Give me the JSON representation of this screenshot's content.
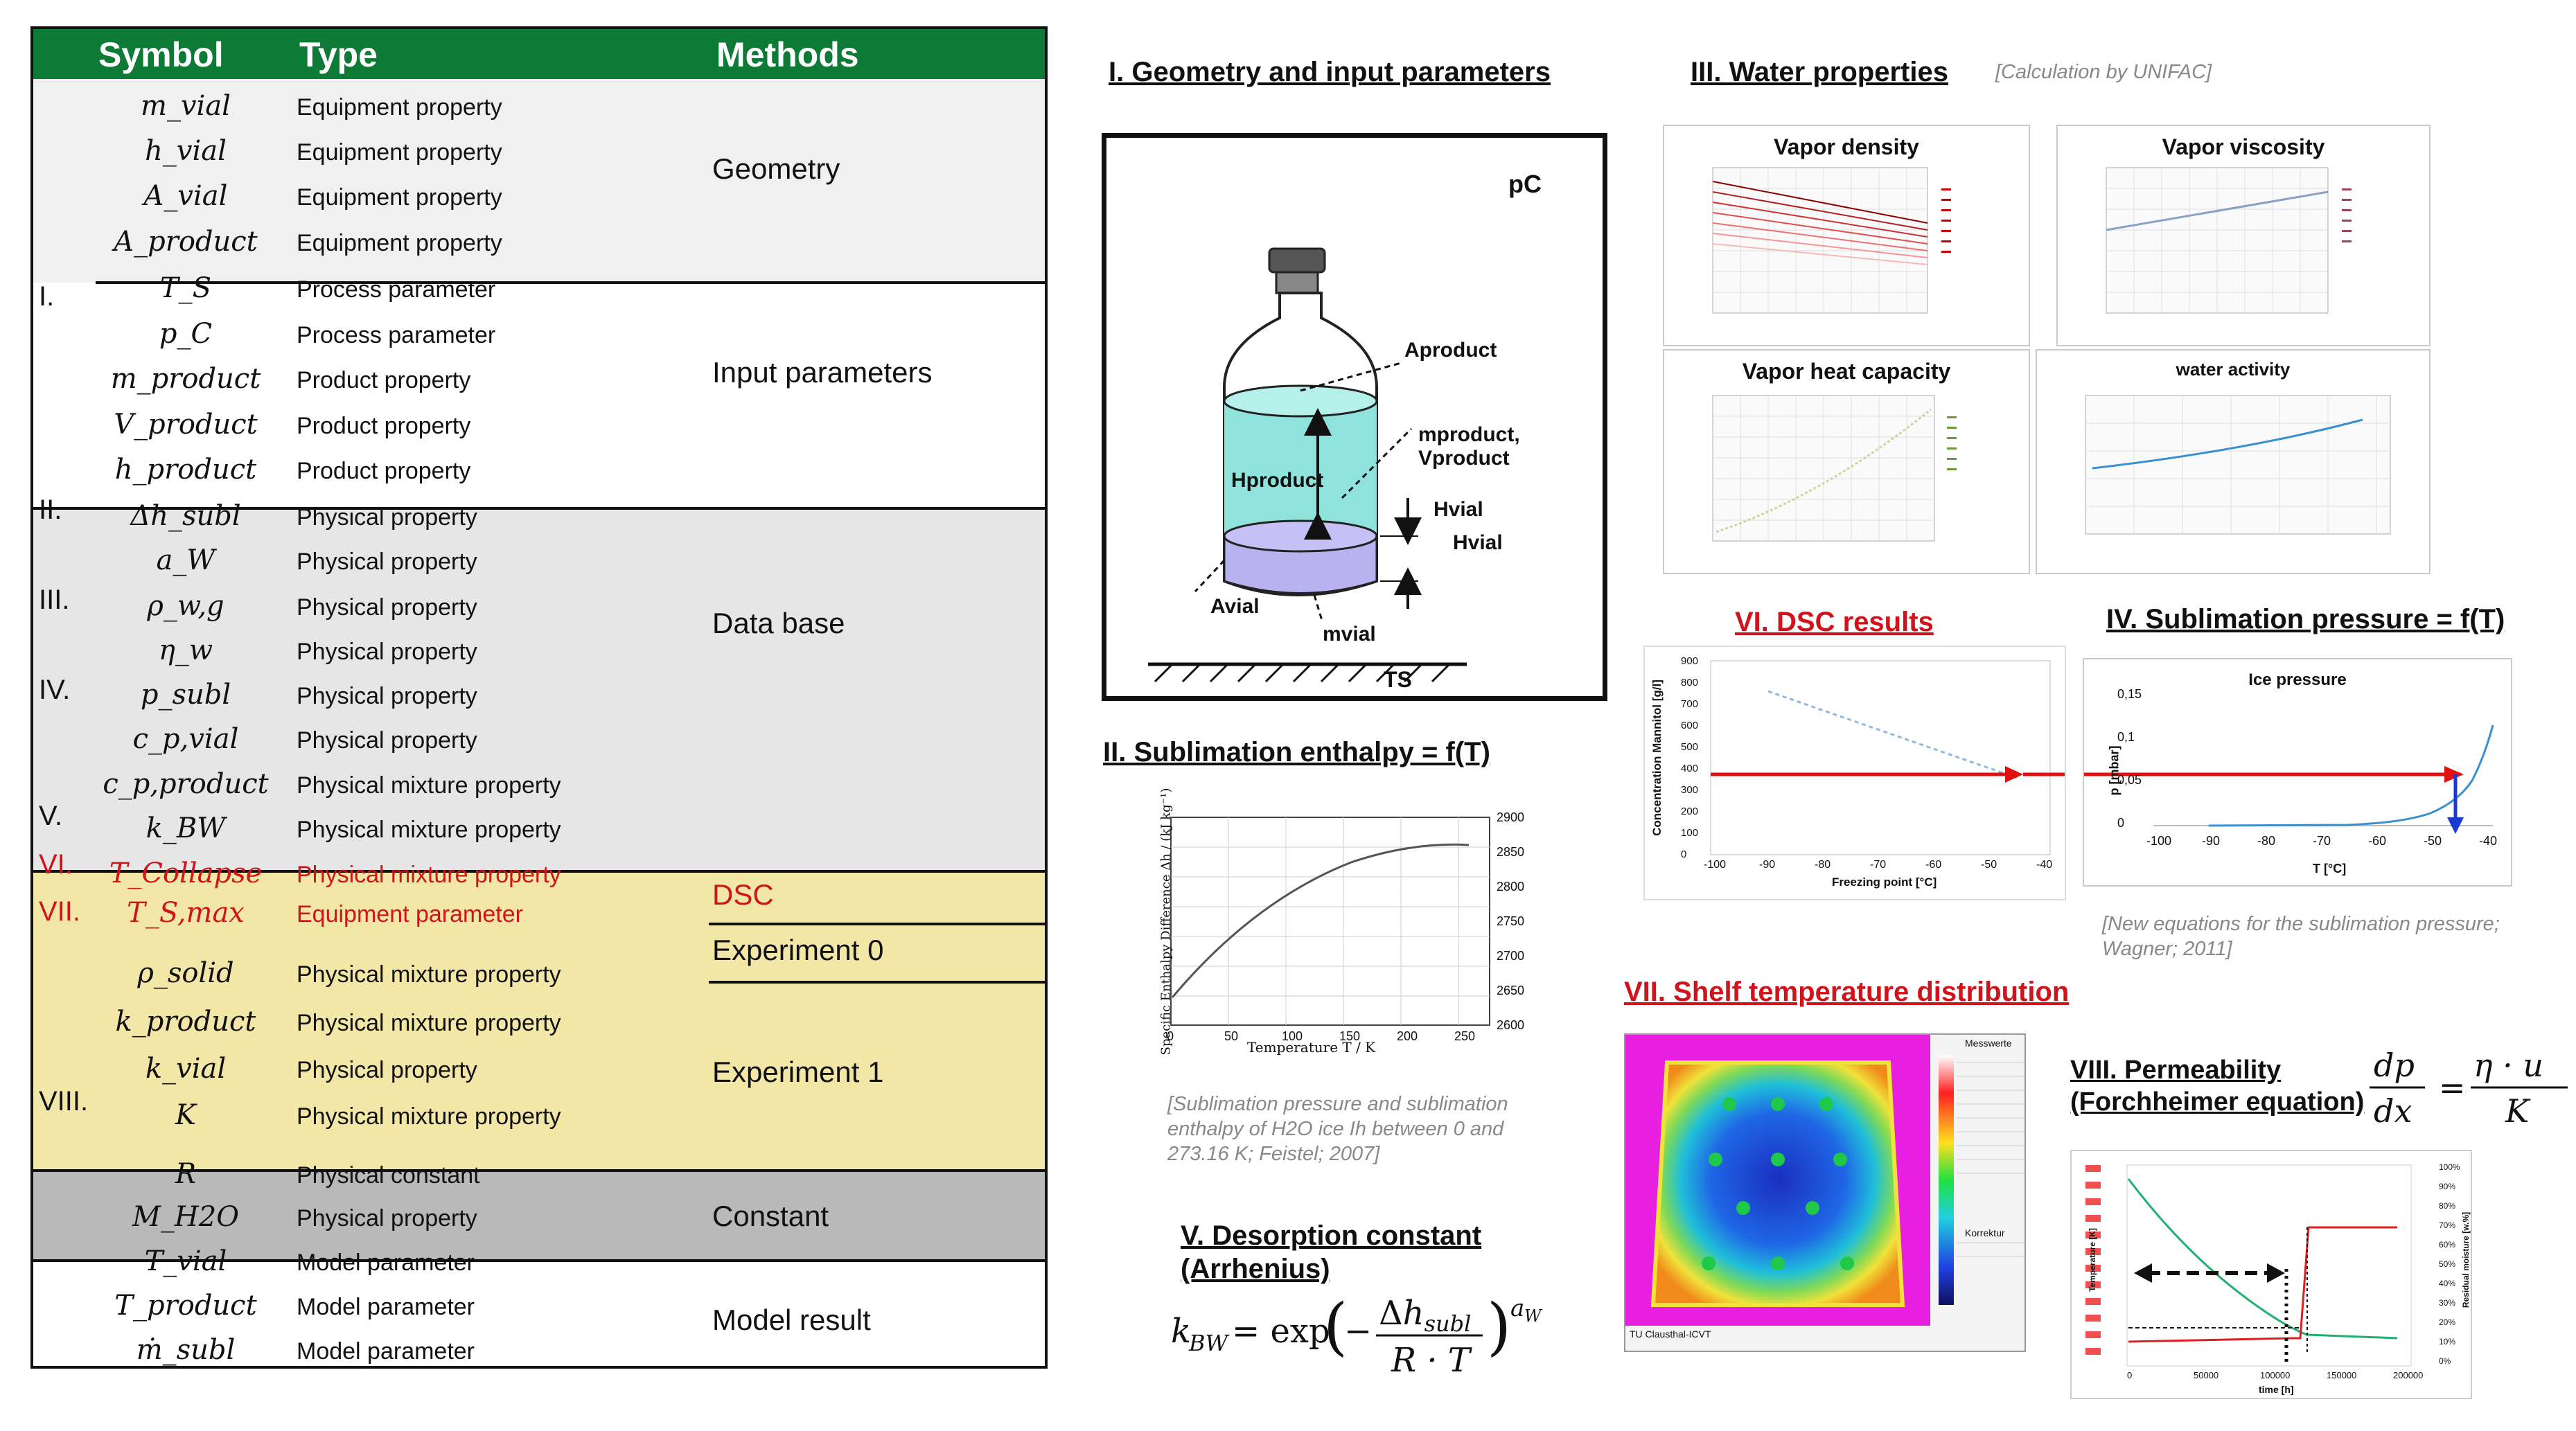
{
  "table": {
    "headers": {
      "symbol": "Symbol",
      "type": "Type",
      "methods": "Methods"
    },
    "rows": [
      {
        "roman": "",
        "symbol": "m_vial",
        "type": "Equipment property"
      },
      {
        "roman": "",
        "symbol": "h_vial",
        "type": "Equipment property"
      },
      {
        "roman": "",
        "symbol": "A_vial",
        "type": "Equipment property"
      },
      {
        "roman": "",
        "symbol": "A_product",
        "type": "Equipment property"
      },
      {
        "roman": "I.",
        "symbol": "T_S",
        "type": "Process parameter"
      },
      {
        "roman": "",
        "symbol": "p_C",
        "type": "Process parameter"
      },
      {
        "roman": "",
        "symbol": "m_product",
        "type": "Product property"
      },
      {
        "roman": "",
        "symbol": "V_product",
        "type": "Product property"
      },
      {
        "roman": "",
        "symbol": "h_product",
        "type": "Product property"
      },
      {
        "roman": "II.",
        "symbol": "Δh_subl",
        "type": "Physical property"
      },
      {
        "roman": "",
        "symbol": "a_W",
        "type": "Physical property"
      },
      {
        "roman": "III.",
        "symbol": "ρ_w,g",
        "type": "Physical property"
      },
      {
        "roman": "",
        "symbol": "η_w",
        "type": "Physical property"
      },
      {
        "roman": "IV.",
        "symbol": "p_subl",
        "type": "Physical property"
      },
      {
        "roman": "",
        "symbol": "c_p,vial",
        "type": "Physical property"
      },
      {
        "roman": "",
        "symbol": "c_p,product",
        "type": "Physical mixture property"
      },
      {
        "roman": "V.",
        "symbol": "k_BW",
        "type": "Physical mixture property"
      },
      {
        "roman": "VI.",
        "symbol": "T_Collapse",
        "type": "Physical mixture property"
      },
      {
        "roman": "VII.",
        "symbol": "T_S,max",
        "type": "Equipment parameter"
      },
      {
        "roman": "",
        "symbol": "ρ_solid",
        "type": "Physical mixture property"
      },
      {
        "roman": "",
        "symbol": "k_product",
        "type": "Physical mixture property"
      },
      {
        "roman": "",
        "symbol": "k_vial",
        "type": "Physical property"
      },
      {
        "roman": "VIII.",
        "symbol": "K",
        "type": "Physical mixture property"
      },
      {
        "roman": "",
        "symbol": "R",
        "type": "Physical constant"
      },
      {
        "roman": "",
        "symbol": "M_H2O",
        "type": "Physical property"
      },
      {
        "roman": "",
        "symbol": "T_vial",
        "type": "Model parameter"
      },
      {
        "roman": "",
        "symbol": "T_product",
        "type": "Model parameter"
      },
      {
        "roman": "",
        "symbol": "ṁ_subl",
        "type": "Model parameter"
      }
    ],
    "methods": [
      "Geometry",
      "Input parameters",
      "Data base",
      "DSC",
      "Experiment 0",
      "Experiment 1",
      "Constant",
      "Model result"
    ],
    "colors": {
      "header": "#0d7a35",
      "light_gray": "#f0f0f0",
      "gray": "#e6e6e6",
      "yellow": "#f3e7a8",
      "dark_gray": "#b9b9b9",
      "red": "#d0141b"
    }
  },
  "geometry": {
    "title": "I. Geometry and input parameters",
    "labels": {
      "pc": "pC",
      "aproduct": "Aproduct",
      "mproduct": "mproduct, Vproduct",
      "hproduct": "Hproduct",
      "hvial1": "Hvial",
      "hvial2": "Hvial",
      "avial": "Avial",
      "mvial": "mvial",
      "ts": "TS"
    }
  },
  "water": {
    "title": "III. Water properties",
    "cite": "[Calculation by UNIFAC]",
    "charts": [
      "Vapor density",
      "Vapor viscosity",
      "Vapor heat capacity",
      "water activity"
    ]
  },
  "enthalpy": {
    "title": "II. Sublimation enthalpy = f(T)",
    "xlabel": "Temperature  T / K",
    "ylabel": "Specific Enthalpy Difference  Δh / (kJ kg⁻¹)",
    "xticks": [
      "0",
      "50",
      "100",
      "150",
      "200",
      "250"
    ],
    "yticks": [
      "2900",
      "2850",
      "2800",
      "2750",
      "2700",
      "2650",
      "2600"
    ],
    "cite": [
      "[Sublimation pressure and sublimation",
      "enthalpy of H2O ice Ih between 0 and",
      "273.16 K; Feistel; 2007]"
    ]
  },
  "dsc": {
    "title": "VI. DSC results",
    "xlabel": "Freezing point [°C]",
    "ylabel": "Concentration Mannitol [g/l]",
    "xticks": [
      "-100",
      "-90",
      "-80",
      "-70",
      "-60",
      "-50",
      "-40"
    ],
    "yticks": [
      "900",
      "800",
      "700",
      "600",
      "500",
      "400",
      "300",
      "200",
      "100",
      "0"
    ]
  },
  "sublimation": {
    "title": "IV. Sublimation pressure = f(T)",
    "chart_title": "Ice pressure",
    "xlabel": "T [°C]",
    "ylabel": "p [mbar]",
    "xticks": [
      "-100",
      "-90",
      "-80",
      "-70",
      "-60",
      "-50",
      "-40"
    ],
    "yticks": [
      "0,15",
      "0,1",
      "0,05",
      "0"
    ],
    "cite": [
      "[New equations for the sublimation pressure;",
      "Wagner; 2011]"
    ]
  },
  "shelf": {
    "title": "VII. Shelf temperature distribution",
    "footer": "TU Clausthal-ICVT",
    "panel_header": "Messwerte",
    "panel_footer": "Korrektur"
  },
  "permeability": {
    "title_line1": "VIII. Permeability",
    "title_line2": "(Forchheimer equation)",
    "xlabel": "time [h]",
    "ylabel_left": "Temperature [K]",
    "ylabel_right": "Residual moisture [w.%]",
    "xticks": [
      "0",
      "50000",
      "100000",
      "150000",
      "200000"
    ],
    "yticks_right": [
      "100%",
      "90%",
      "80%",
      "70%",
      "60%",
      "50%",
      "40%",
      "30%",
      "20%",
      "10%",
      "0%"
    ]
  },
  "desorption": {
    "title_line1": "V. Desorption constant",
    "title_line2": "(Arrhenius)"
  }
}
